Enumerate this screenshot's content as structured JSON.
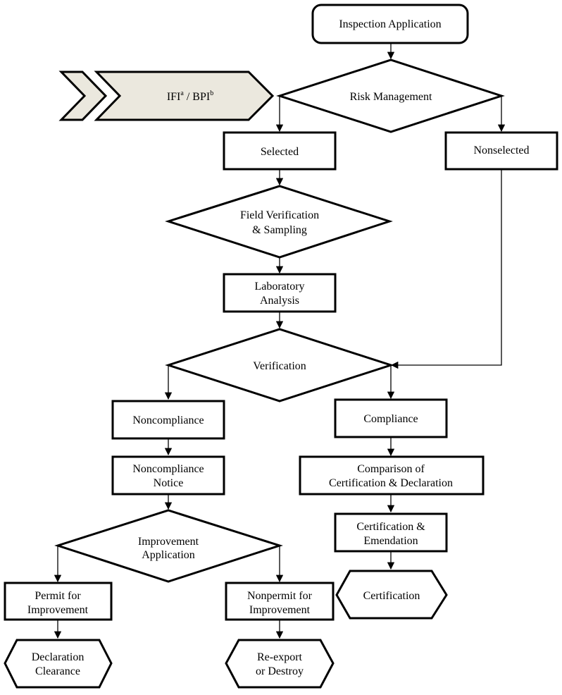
{
  "nodes": {
    "inspection_application": "Inspection Application",
    "ifi_bpi": {
      "ifi": "IFI",
      "ifi_sup": "a",
      "separator": " / ",
      "bpi": "BPI",
      "bpi_sup": "b"
    },
    "risk_management": "Risk Management",
    "selected": "Selected",
    "nonselected": "Nonselected",
    "field_verification": [
      "Field Verification",
      "& Sampling"
    ],
    "laboratory_analysis": [
      "Laboratory",
      "Analysis"
    ],
    "verification": "Verification",
    "noncompliance": "Noncompliance",
    "compliance": "Compliance",
    "noncompliance_notice": [
      "Noncompliance",
      "Notice"
    ],
    "comparison": [
      "Comparison of",
      "Certification & Declaration"
    ],
    "improvement_application": [
      "Improvement",
      "Application"
    ],
    "certification_emendation": [
      "Certification &",
      "Emendation"
    ],
    "permit_for_improvement": [
      "Permit for",
      "Improvement"
    ],
    "nonpermit_for_improvement": [
      "Nonpermit for",
      "Improvement"
    ],
    "certification": "Certification",
    "declaration_clearance": [
      "Declaration",
      "Clearance"
    ],
    "reexport_or_destroy": [
      "Re-export",
      "or Destroy"
    ]
  },
  "colors": {
    "chevron_fill": "#ebe8de",
    "stroke": "#000000"
  }
}
